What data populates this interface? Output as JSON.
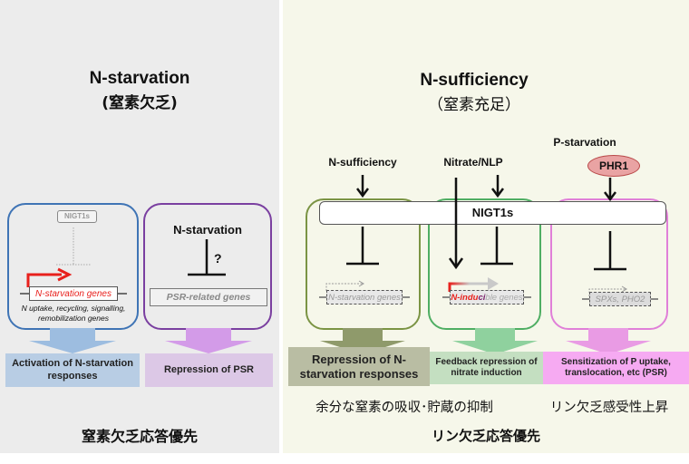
{
  "left": {
    "title": "N-starvation",
    "subtitle": "(窒素欠乏)",
    "box1": {
      "regulator": "NIGT1s",
      "gene": "N-starvation genes",
      "gene_note_line1": "N uptake, recycling, signalling,",
      "gene_note_line2": "remobilization genes",
      "result": "Activation of N-starvation responses"
    },
    "box2": {
      "label": "N-starvation",
      "question_mark": "?",
      "gene": "PSR-related genes",
      "result": "Repression of PSR"
    },
    "summary": "窒素欠乏応答優先"
  },
  "right": {
    "title": "N-sufficiency",
    "subtitle": "（窒素充足）",
    "shared_regulator": "NIGT1s",
    "inputs": {
      "n_sufficiency": "N-sufficiency",
      "nitrate": "Nitrate/NLP",
      "p_starvation": "P-starvation",
      "phr1": "PHR1"
    },
    "box1": {
      "gene": "N-starvation genes",
      "result": "Repression of N-starvation responses"
    },
    "box2": {
      "gene_red": "N-indu",
      "gene_purple": "ci",
      "gene_gray": "ble genes",
      "result": "Feedback repression of nitrate induction"
    },
    "box3": {
      "gene": "SPXs, PHO2",
      "result": "Sensitization of P uptake, translocation, etc (PSR)"
    },
    "caption_left": "余分な窒素の吸収･貯蔵の抑制",
    "caption_right": "リン欠乏感受性上昇",
    "summary": "リン欠乏応答優先"
  },
  "colors": {
    "left_bg": "#ececec",
    "right_bg": "#f6f7ea",
    "blue_box": "#3f74b5",
    "purple_box": "#7a3fa0",
    "olive_box": "#7b9444",
    "green_box": "#4fae63",
    "pink_box": "#e07fd8",
    "activation_red": "#e8201c",
    "phr1_fill": "#e9a3a3",
    "res_blue": "#b8cde4",
    "res_purple": "#dcc8e6",
    "res_olive": "#b9bda3",
    "res_green": "#c4dfc1",
    "res_pink": "#f6aaf2"
  }
}
